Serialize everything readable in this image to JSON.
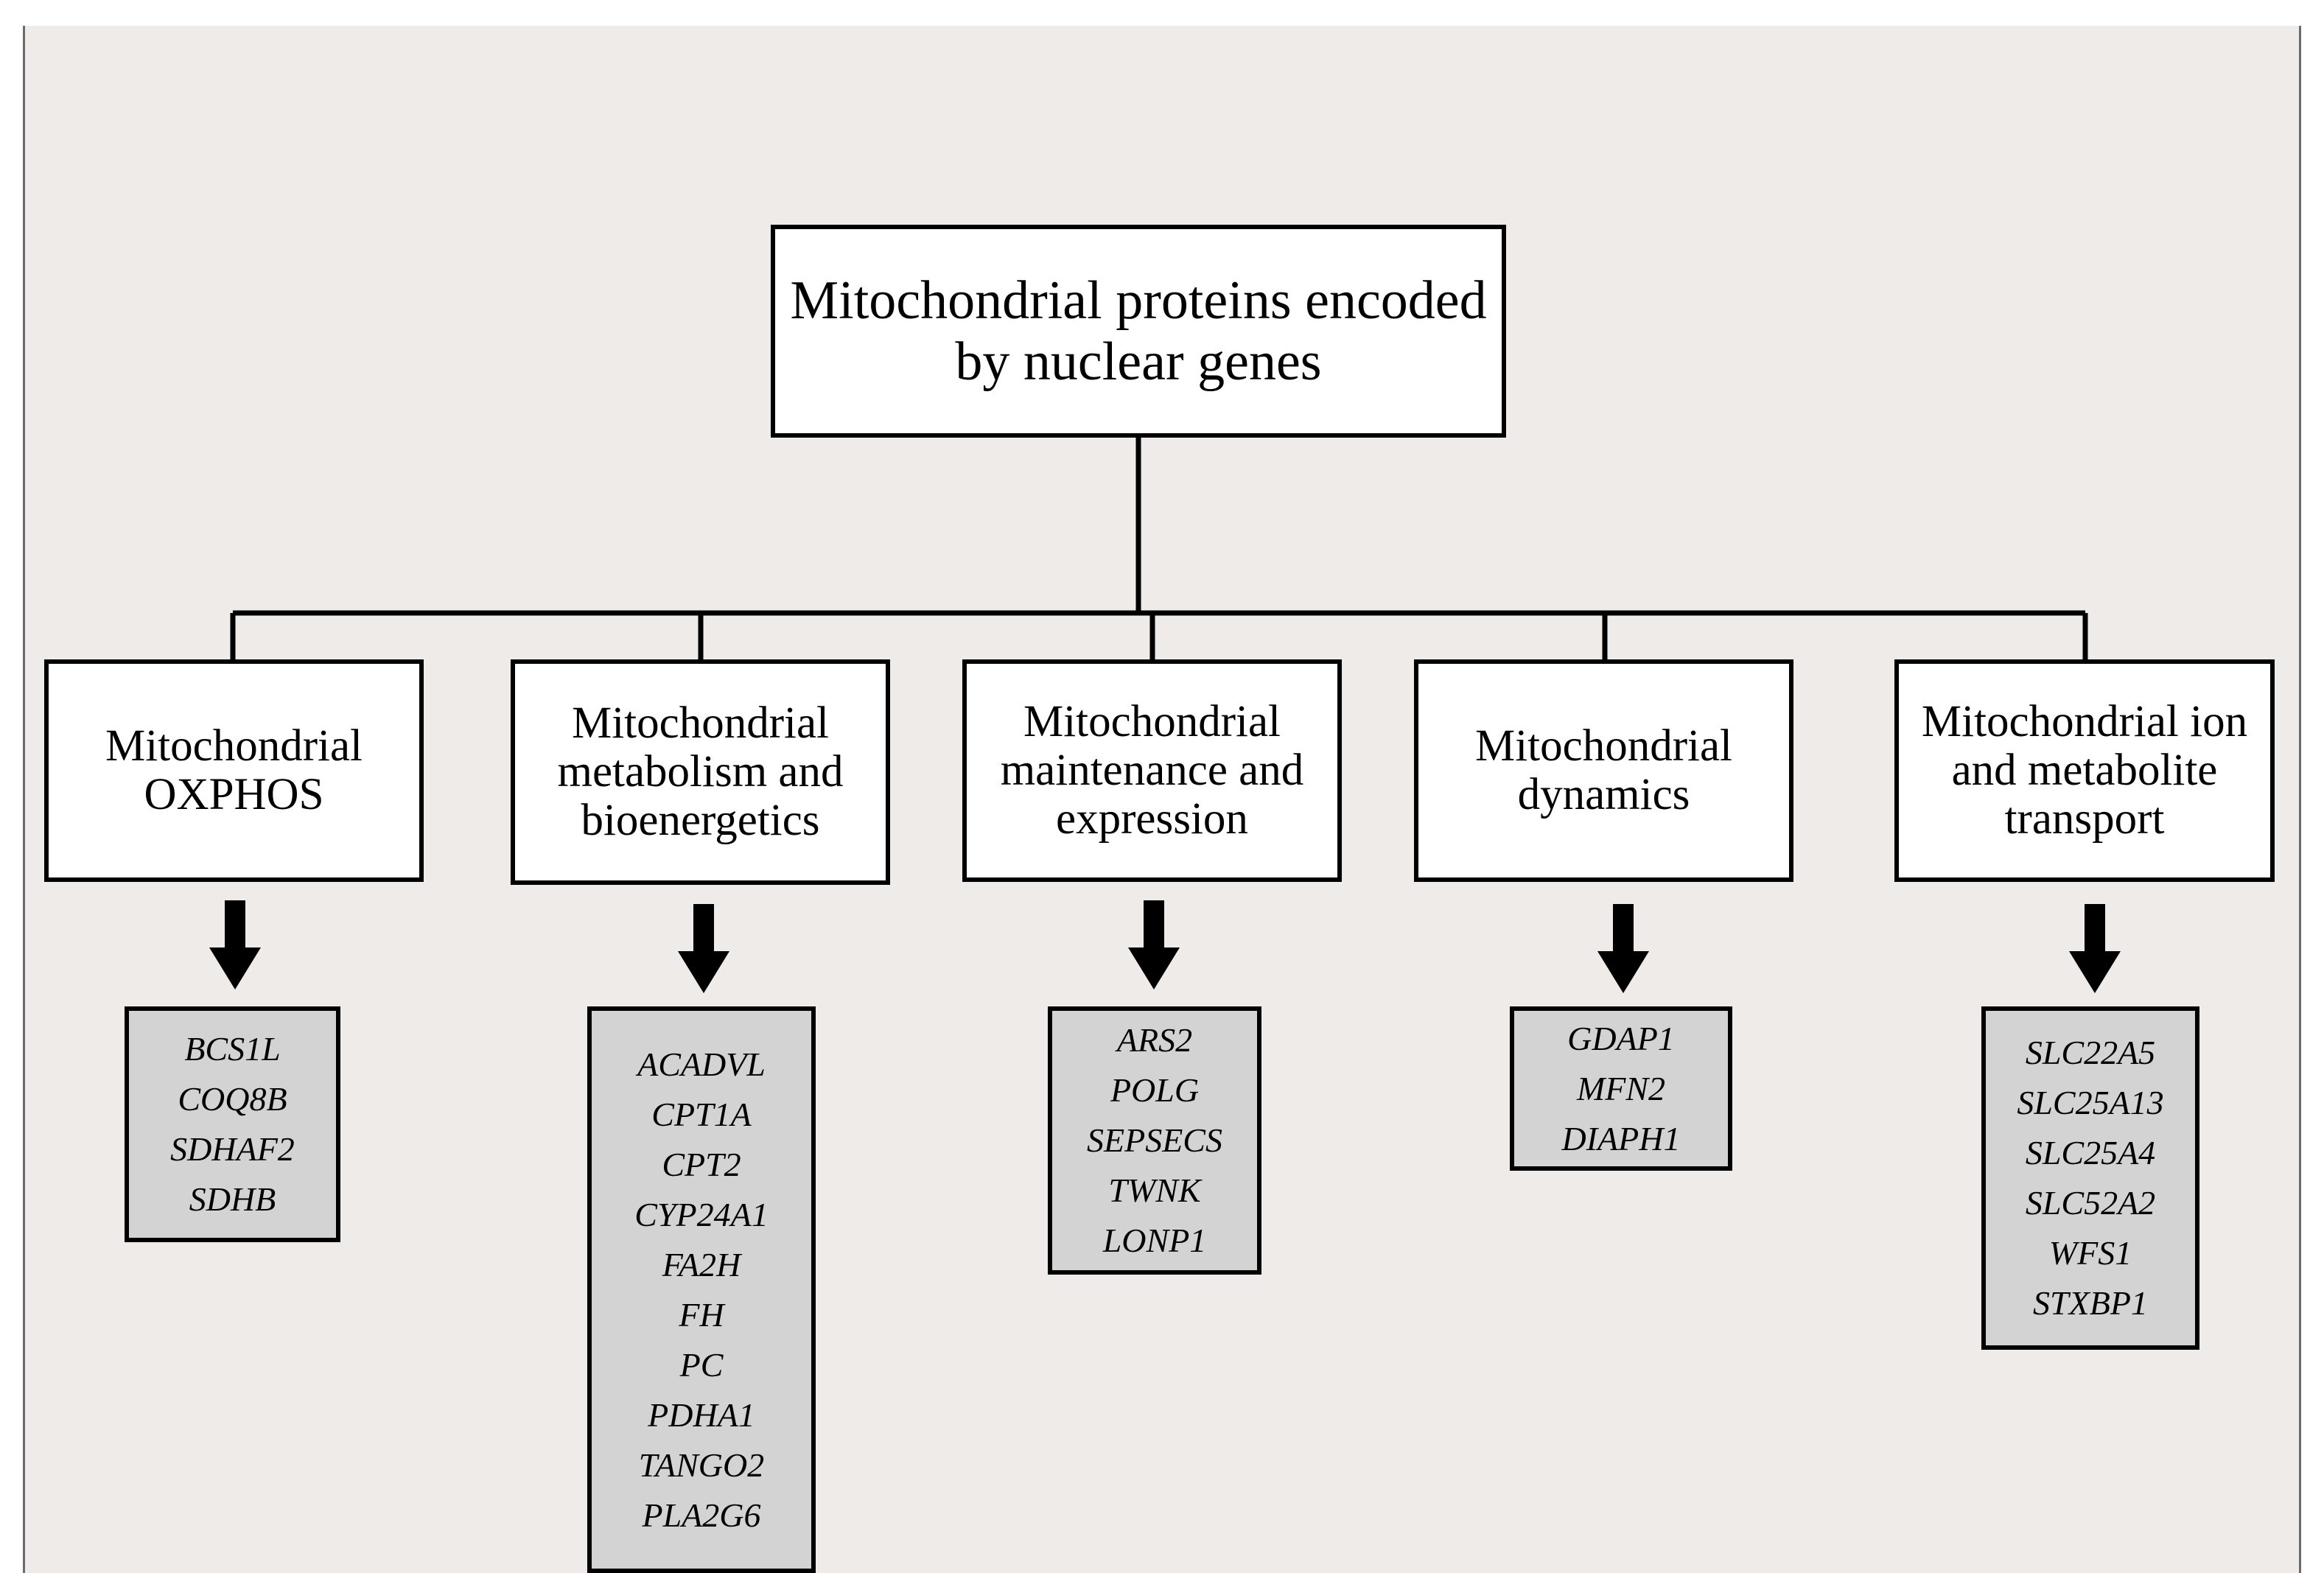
{
  "diagram": {
    "root": {
      "label": "Mitochondrial proteins encoded by nuclear genes"
    },
    "categories": [
      {
        "id": "oxphos",
        "label": "Mitochondrial\nOXPHOS",
        "genes": [
          "BCS1L",
          "COQ8B",
          "SDHAF2",
          "SDHB"
        ]
      },
      {
        "id": "metabolism",
        "label": "Mitochondrial\nmetabolism and\nbioenergetics",
        "genes": [
          "ACADVL",
          "CPT1A",
          "CPT2",
          "CYP24A1",
          "FA2H",
          "FH",
          "PC",
          "PDHA1",
          "TANGO2",
          "PLA2G6"
        ]
      },
      {
        "id": "maintenance",
        "label": "Mitochondrial\nmaintenance and\nexpression",
        "genes": [
          "ARS2",
          "POLG",
          "SEPSECS",
          "TWNK",
          "LONP1"
        ]
      },
      {
        "id": "dynamics",
        "label": "Mitochondrial\ndynamics",
        "genes": [
          "GDAP1",
          "MFN2",
          "DIAPH1"
        ]
      },
      {
        "id": "transport",
        "label": "Mitochondrial ion\nand metabolite\ntransport",
        "genes": [
          "SLC22A5",
          "SLC25A13",
          "SLC25A4",
          "SLC52A2",
          "WFS1",
          "STXBP1"
        ]
      }
    ]
  }
}
